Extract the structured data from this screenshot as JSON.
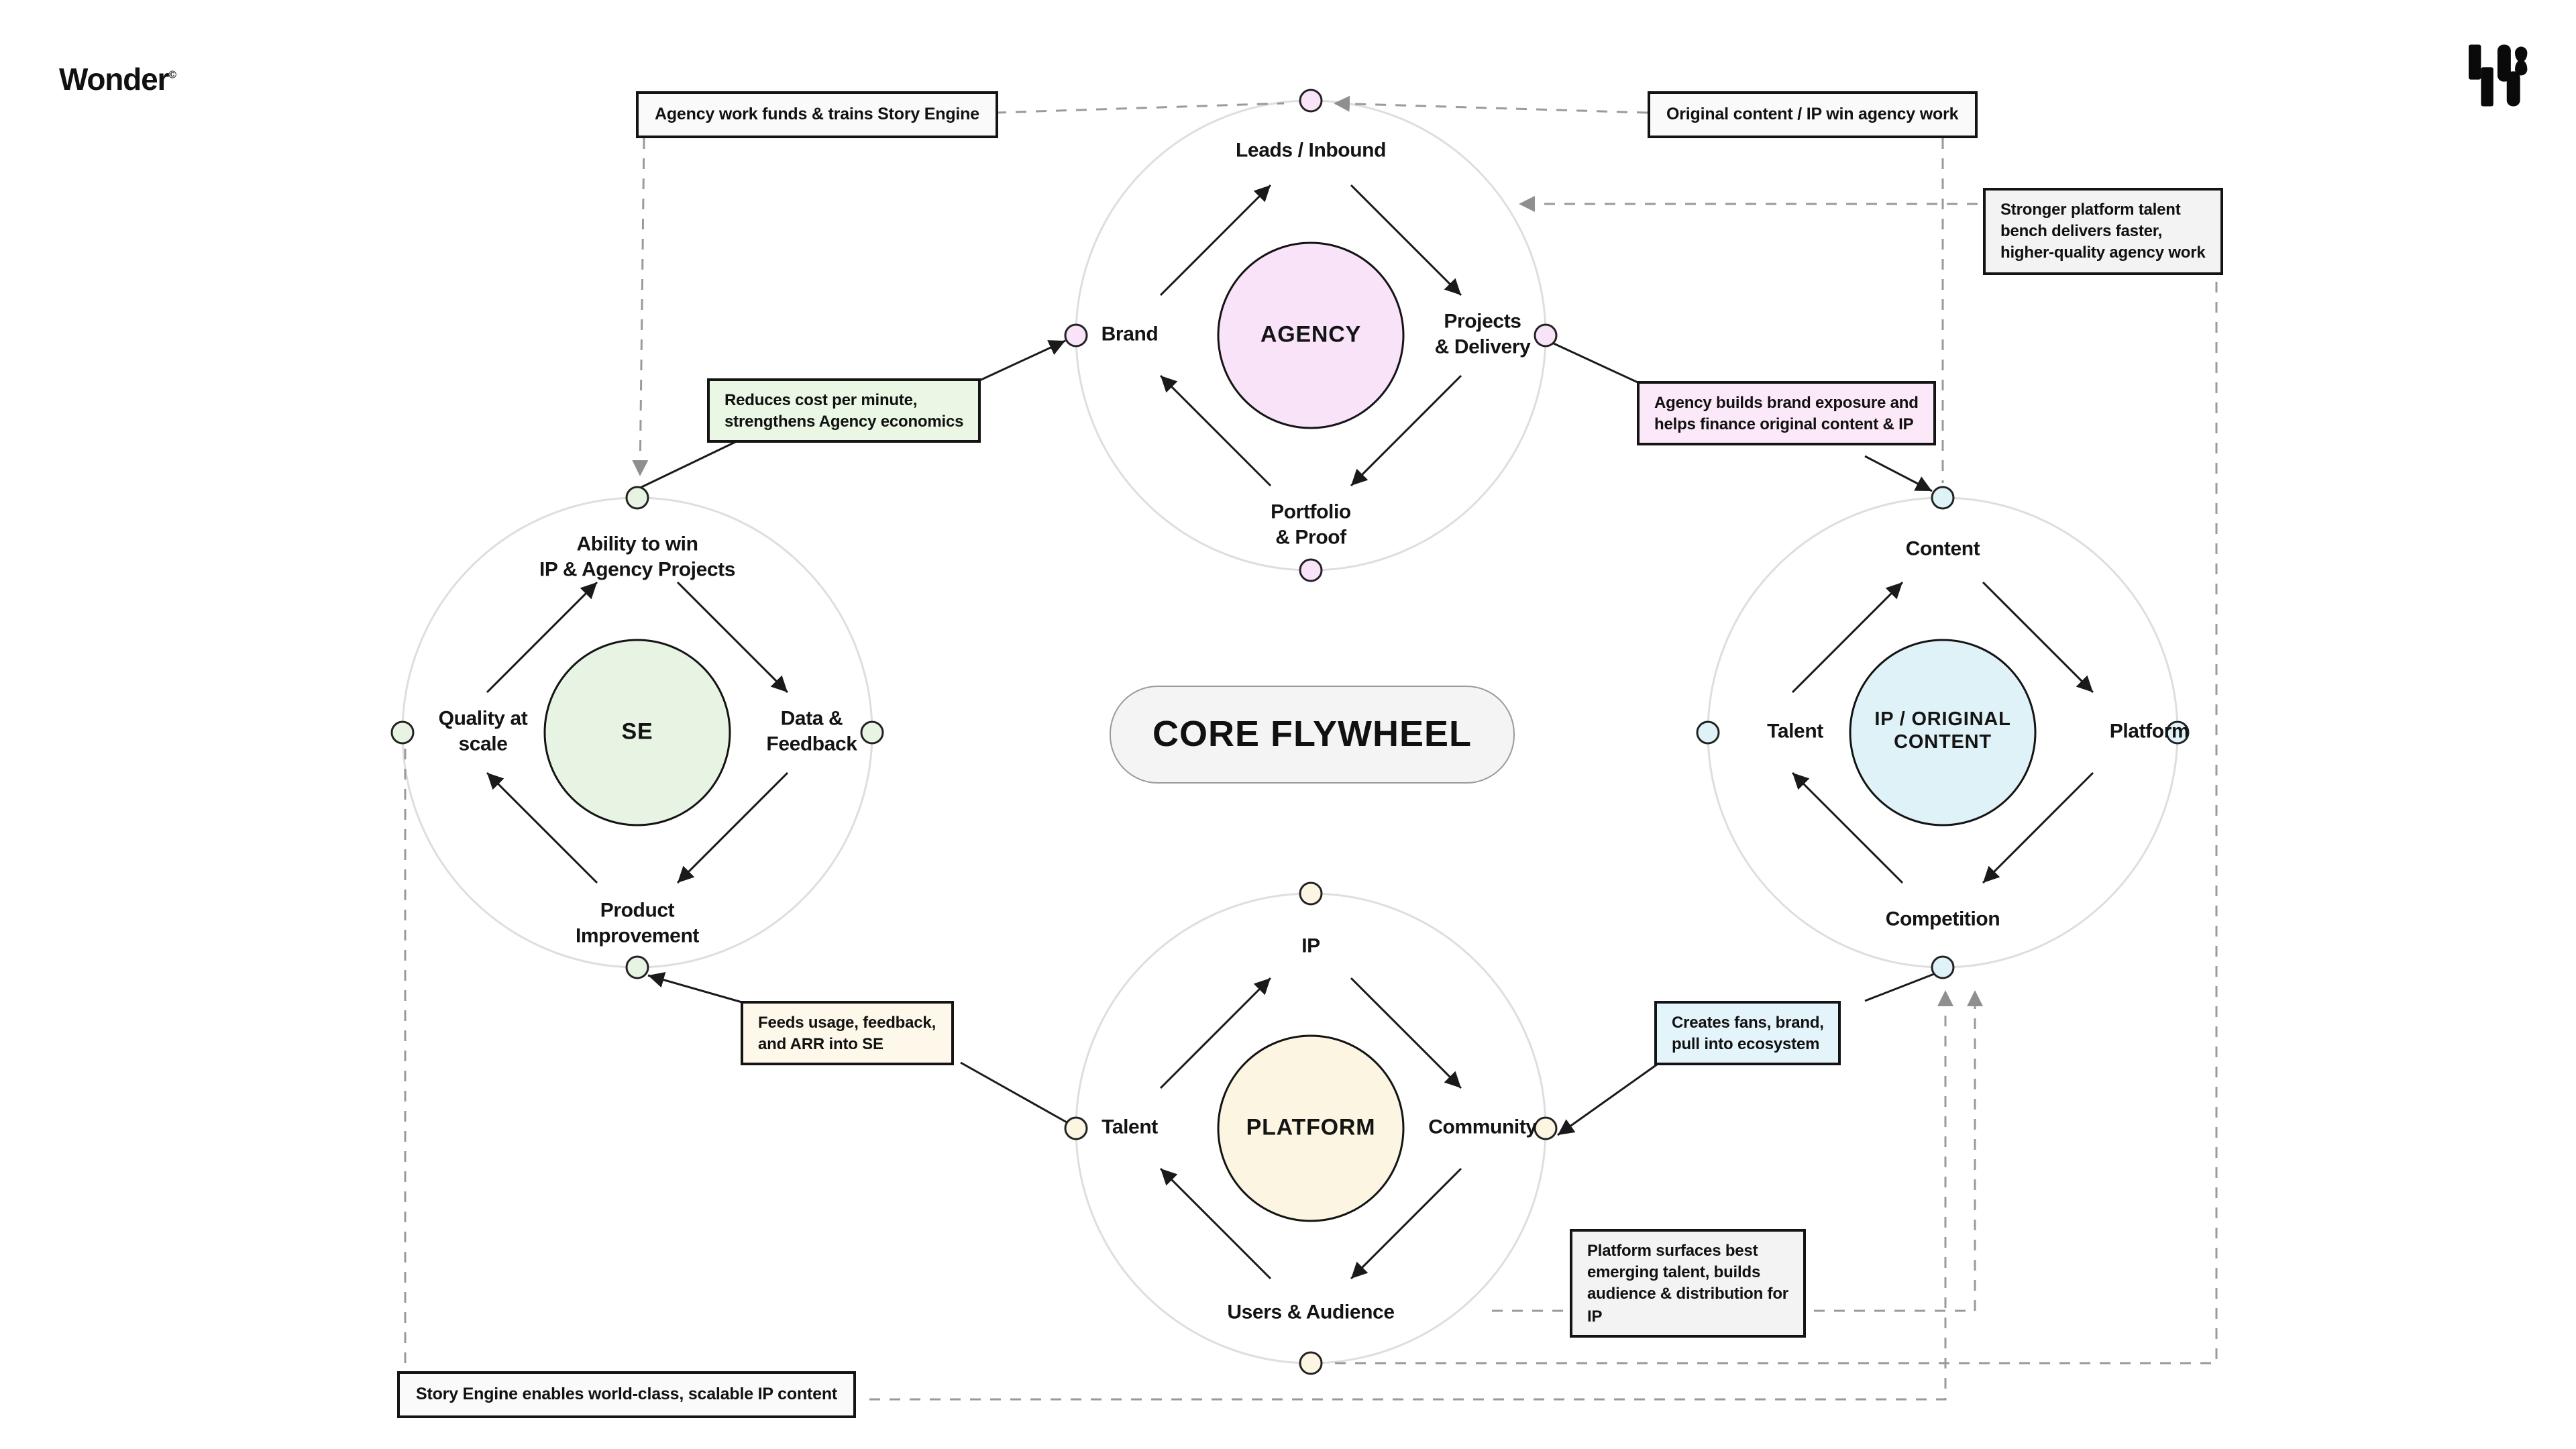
{
  "brand": {
    "logo_text": "Wonder",
    "logo_reg": "©"
  },
  "title": {
    "center_label": "CORE FLYWHEEL"
  },
  "colors": {
    "agency_fill": "#f8e3f8",
    "se_fill": "#e7f4e3",
    "ip_fill": "#dff2f8",
    "platform_fill": "#fbf5e2",
    "outer_ring": "#dedede",
    "dashed_line": "#9a9a9a",
    "solid_line": "#1a1a1a",
    "note_green": "#e9f7e4",
    "note_pink": "#fbe8f8",
    "note_cream": "#fdf8e9",
    "note_blue": "#e4f4fb"
  },
  "flywheels": {
    "agency": {
      "center_label": "AGENCY",
      "top": "Leads / Inbound",
      "right": "Projects\n& Delivery",
      "bottom": "Portfolio\n& Proof",
      "left": "Brand"
    },
    "se": {
      "center_label": "SE",
      "top": "Ability to win\nIP & Agency Projects",
      "right": "Data &\nFeedback",
      "bottom": "Product\nImprovement",
      "left": "Quality at\nscale"
    },
    "ip": {
      "center_label": "IP / ORIGINAL\nCONTENT",
      "top": "Content",
      "right": "Platform",
      "bottom": "Competition",
      "left": "Talent"
    },
    "platform": {
      "center_label": "PLATFORM",
      "top": "IP",
      "right": "Community",
      "bottom": "Users & Audience",
      "left": "Talent"
    }
  },
  "notes": {
    "agency_funds_se": "Agency work funds & trains Story Engine",
    "ip_wins_agency": "Original content / IP win agency work",
    "platform_talent_bench": "Stronger platform talent\nbench delivers faster,\nhigher-quality agency work",
    "reduces_cost": "Reduces cost per minute,\nstrengthens Agency economics",
    "agency_builds_brand": "Agency builds brand exposure and\nhelps finance original content & IP",
    "feeds_usage": "Feeds usage, feedback,\nand ARR into SE",
    "creates_fans": "Creates fans, brand,\npull into ecosystem",
    "platform_surfaces": "Platform surfaces best\nemerging talent, builds\naudience & distribution for\nIP",
    "story_engine_enables": "Story Engine enables world-class, scalable IP content"
  }
}
